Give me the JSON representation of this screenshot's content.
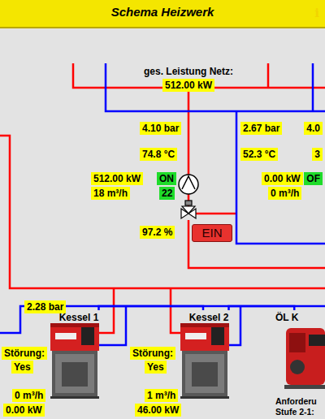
{
  "diagram": {
    "title": "Schema Heizwerk",
    "nodes": [
      {
        "text": [
          "ges. Leistung Netz:",
          "512.00 kW"
        ]
      },
      {
        "text": [
          "4.10 bar"
        ]
      },
      {
        "text": [
          "2.67 bar"
        ]
      },
      {
        "text": [
          "4.0"
        ]
      },
      {
        "text": [
          "74.8 °C"
        ]
      },
      {
        "text": [
          "52.3 °C"
        ]
      },
      {
        "text": [
          "3"
        ]
      },
      {
        "text": [
          "512.00 kW"
        ]
      },
      {
        "text": [
          "ON"
        ]
      },
      {
        "text": [
          "0.00 kW"
        ]
      },
      {
        "text": [
          "OF"
        ]
      },
      {
        "text": [
          "18 m³/h"
        ]
      },
      {
        "text": [
          "22"
        ]
      },
      {
        "text": [
          "0 m³/h"
        ]
      },
      {
        "text": [
          "97.2 %"
        ]
      },
      {
        "text": [
          "EIN"
        ]
      },
      {
        "text": [
          "2.28 bar"
        ]
      },
      {
        "text": [
          "Kessel 1"
        ]
      },
      {
        "text": [
          "Kessel 2"
        ]
      },
      {
        "text": [
          "ÖL K",
          "Anforderu Stufe 2-1:"
        ]
      },
      {
        "text": [
          "Störung:"
        ]
      },
      {
        "text": [
          "Störung:"
        ]
      },
      {
        "text": [
          "Yes"
        ]
      },
      {
        "text": [
          "Yes"
        ]
      },
      {
        "text": [
          "0 m³/h"
        ]
      },
      {
        "text": [
          "1 m³/h"
        ]
      },
      {
        "text": [
          "0.00 kW"
        ]
      },
      {
        "text": [
          "46.00 kW"
        ]
      }
    ],
    "edges": [
      {
        "from": 17,
        "to": 18,
        "arrow": "none"
      },
      {
        "from": 18,
        "to": 19,
        "arrow": "none"
      }
    ],
    "labels": [
      "i"
    ]
  }
}
